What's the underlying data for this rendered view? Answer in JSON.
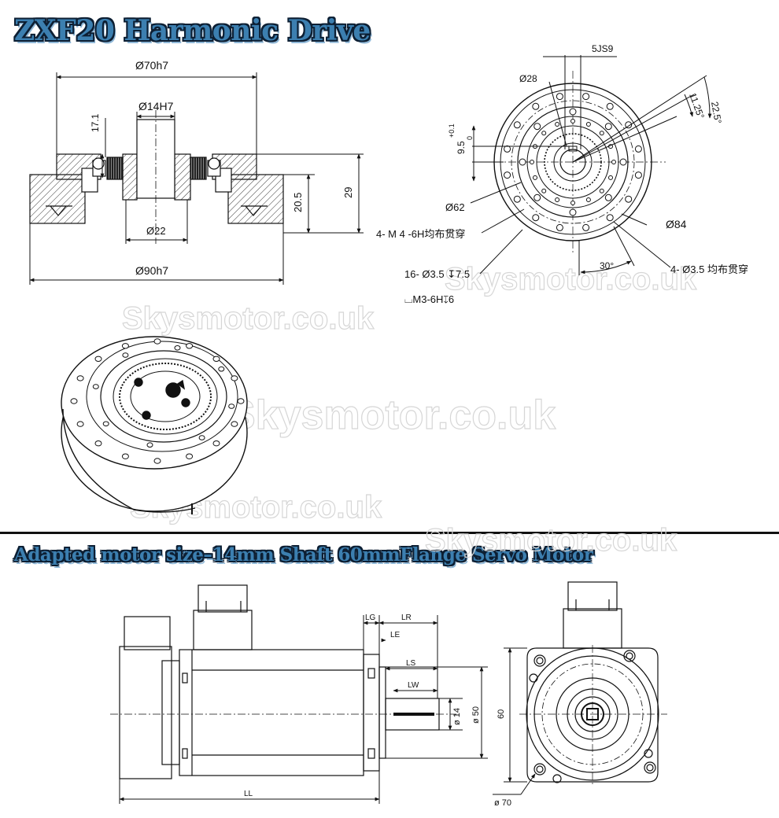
{
  "titles": {
    "main": "ZXF20 Harmonic Drive",
    "motor": "Adapted motor size–14mm Shaft  60mmFlange Servo Motor"
  },
  "harmonic_section": {
    "dim_outer_top": "Ø70h7",
    "dim_bore_top": "Ø14H7",
    "dim_17": "17.1",
    "dim_22": "Ø22",
    "dim_20_5": "20.5",
    "dim_29": "29",
    "dim_90": "Ø90h7"
  },
  "harmonic_front": {
    "keyway": "5JS9",
    "d28": "Ø28",
    "ang_22_5": "22.5°",
    "ang_11_25": "11.25°",
    "h9_5": "9.5",
    "tol_plus": "+0.1",
    "tol_zero": "0",
    "d62": "Ø62",
    "m4_holes": "4- M 4 -6H均布贯穿",
    "d84": "Ø84",
    "ang_30": "30°",
    "holes_16": "16- Ø3.5 ↧7.5",
    "cbore": "⌴M3-6H↧6",
    "holes_4": "4- Ø3.5 均布贯穿"
  },
  "motor_side": {
    "lg": "LG",
    "lr": "LR",
    "le": "LE",
    "ls": "LS",
    "lw": "LW",
    "d14": "ø 14",
    "d50": "ø 50",
    "ll": "LL"
  },
  "motor_front": {
    "d60": "60",
    "d70": "ø 70"
  },
  "watermark": "Skysmotor.co.uk"
}
